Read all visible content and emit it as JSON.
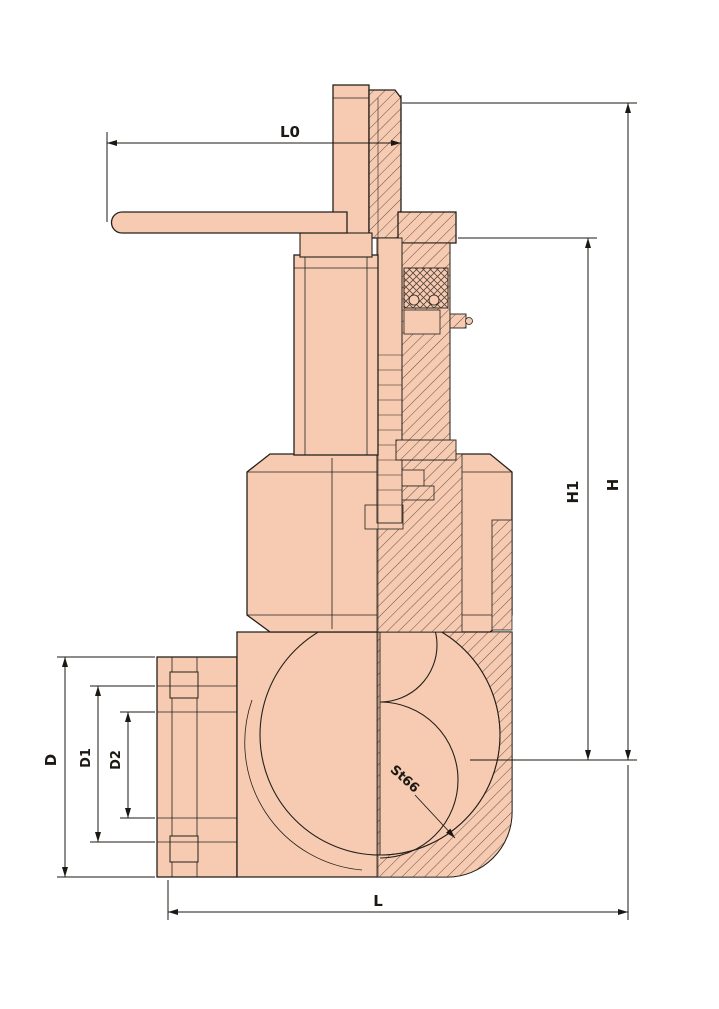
{
  "drawing": {
    "material_note": "St66",
    "colors": {
      "body_fill": "#f6cbb2",
      "line": "#26201b",
      "background": "#ffffff"
    },
    "dimensions": {
      "L0": "L0",
      "H": "H",
      "H1": "H1",
      "D": "D",
      "D1": "D1",
      "D2": "D2",
      "L": "L"
    }
  }
}
